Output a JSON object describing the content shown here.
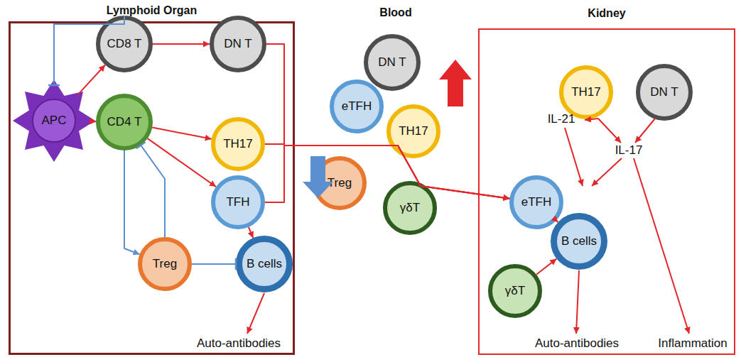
{
  "diagram": {
    "nodes": [
      {
        "text": [
          "Lymphoid Organ"
        ]
      },
      {
        "text": [
          "APC"
        ],
        "in": 0
      },
      {
        "text": [
          "CD8 T"
        ],
        "in": 0
      },
      {
        "text": [
          "DN T"
        ],
        "in": 0
      },
      {
        "text": [
          "CD4 T"
        ],
        "in": 0
      },
      {
        "text": [
          "TH17"
        ],
        "in": 0
      },
      {
        "text": [
          "TFH"
        ],
        "in": 0
      },
      {
        "text": [
          "Treg"
        ],
        "in": 0
      },
      {
        "text": [
          "B cells"
        ],
        "in": 0
      },
      {
        "text": [
          "DN T"
        ]
      },
      {
        "text": [
          "eTFH"
        ]
      },
      {
        "text": [
          "TH17"
        ]
      },
      {
        "text": [
          "Treg"
        ]
      },
      {
        "text": [
          "γδT"
        ]
      },
      {
        "text": [
          "Kidney"
        ]
      },
      {
        "text": [
          "TH17"
        ],
        "in": 14
      },
      {
        "text": [
          "DN T"
        ],
        "in": 14
      },
      {
        "text": [
          "eTFH"
        ],
        "in": 14
      },
      {
        "text": [
          "B cells"
        ],
        "in": 14
      },
      {
        "text": [
          "γδT"
        ],
        "in": 14
      }
    ],
    "edges": [
      {
        "from": 1,
        "to": 2,
        "arrow": "to"
      },
      {
        "from": 2,
        "to": 1,
        "arrow": "to"
      },
      {
        "from": 1,
        "to": 4,
        "arrow": "to"
      },
      {
        "from": 2,
        "to": 3,
        "arrow": "to"
      },
      {
        "from": 4,
        "to": 5,
        "arrow": "to"
      },
      {
        "from": 4,
        "to": 6,
        "arrow": "to"
      },
      {
        "from": 4,
        "to": 7,
        "arrow": "to"
      },
      {
        "from": 7,
        "to": 4,
        "arrow": "to"
      },
      {
        "from": 7,
        "to": 8,
        "arrow": "to"
      },
      {
        "from": 6,
        "to": 8,
        "arrow": "to"
      },
      {
        "from": 3,
        "to": 17,
        "arrow": "to"
      },
      {
        "from": 5,
        "to": 17,
        "arrow": "to"
      },
      {
        "from": 6,
        "to": 17,
        "arrow": "to"
      },
      {
        "from": 17,
        "to": 18,
        "arrow": "to"
      },
      {
        "from": 19,
        "to": 18,
        "arrow": "to"
      }
    ],
    "labels": [
      "Blood",
      "Auto-antibodies",
      "IL-21",
      "IL-17",
      "Auto-antibodies",
      "Inflammation"
    ]
  }
}
